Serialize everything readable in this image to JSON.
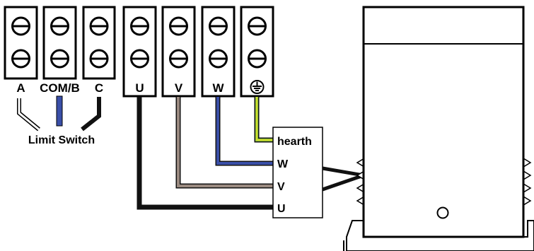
{
  "terminals": [
    {
      "id": "a",
      "label": "A"
    },
    {
      "id": "comb",
      "label": "COM/B"
    },
    {
      "id": "c",
      "label": "C"
    },
    {
      "id": "u",
      "label": "U"
    },
    {
      "id": "v",
      "label": "V"
    },
    {
      "id": "w",
      "label": "W"
    },
    {
      "id": "earth",
      "label": ""
    }
  ],
  "limit_switch_label": "Limit Switch",
  "motor_box": {
    "labels": [
      "hearth",
      "W",
      "V",
      "U"
    ]
  },
  "colors": {
    "wire_black": "#111111",
    "wire_blue": "#3a4fa8",
    "wire_brown": "#9a8a80",
    "wire_earth_green": "#8cc63f",
    "wire_earth_yellow": "#e8e020"
  },
  "icons": {
    "screw": "screw-icon",
    "ground": "ground-icon"
  }
}
